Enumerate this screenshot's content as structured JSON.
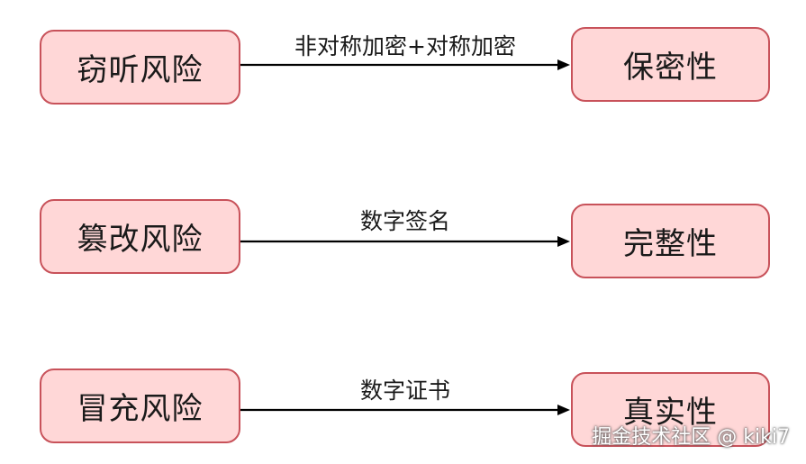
{
  "rows": [
    {
      "risk": "窃听风险",
      "method": "非对称加密+对称加密",
      "property": "保密性"
    },
    {
      "risk": "篡改风险",
      "method": "数字签名",
      "property": "完整性"
    },
    {
      "risk": "冒充风险",
      "method": "数字证书",
      "property": "真实性"
    }
  ],
  "watermark": "掘金技术社区 @ kiki7",
  "colors": {
    "box_fill": "#ffd7d7",
    "box_border": "#c8525a",
    "arrow": "#000000"
  }
}
